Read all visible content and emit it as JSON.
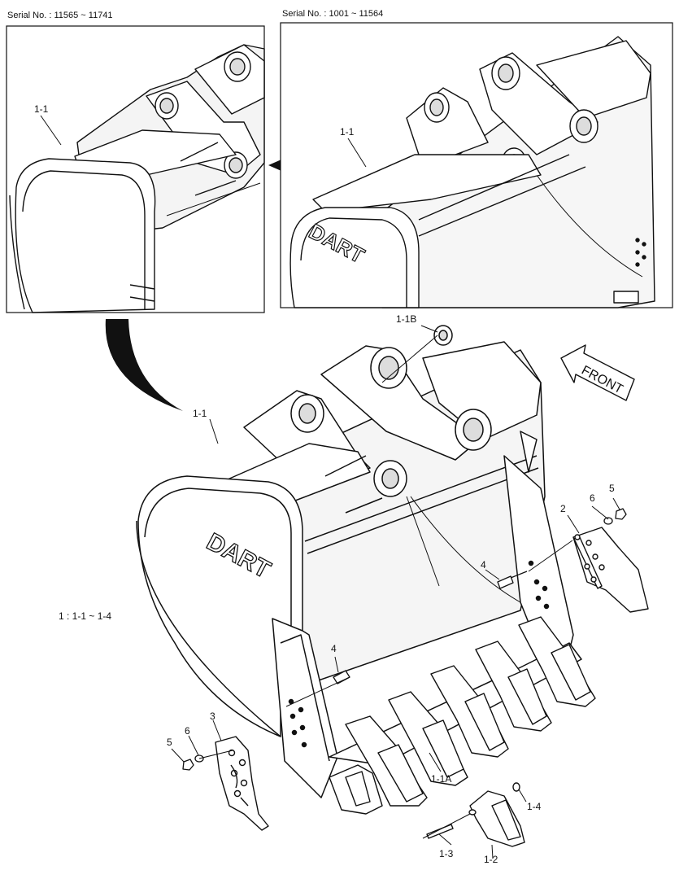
{
  "headers": {
    "left_serial": "Serial No. : 11565 ~ 11741",
    "right_serial": "Serial No. : 1001 ~ 11564"
  },
  "assembly_note": "1 : 1-1 ~ 1-4",
  "direction_label": "FRONT",
  "brand_mark": "DART",
  "callouts": {
    "inset_left_bucket": "1-1",
    "inset_right_bucket": "1-1",
    "bushing": "1-1B",
    "main_bucket": "1-1",
    "side_cutter_right": "2",
    "side_cutter_left": "3",
    "bolt_right": "4",
    "bolt_left": "4",
    "nut_right": "5",
    "nut_left": "5",
    "washer_right": "6",
    "washer_left": "6",
    "tooth_adapter": "1-1A",
    "tooth_point": "1-2",
    "pin": "1-3",
    "lock": "1-4"
  }
}
